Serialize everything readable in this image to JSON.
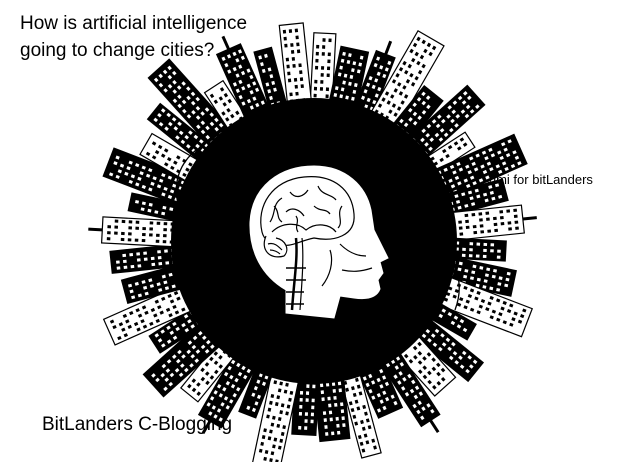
{
  "title_line1": "How is artificial intelligence",
  "title_line2": "going to change cities?",
  "credit": "By Vimi for bitLanders",
  "footer": "BitLanders C-Blogging",
  "colors": {
    "ink": "#000000",
    "paper": "#ffffff"
  },
  "icons": [
    "city-skyline-ring",
    "human-head-profile",
    "brain-cross-section"
  ]
}
